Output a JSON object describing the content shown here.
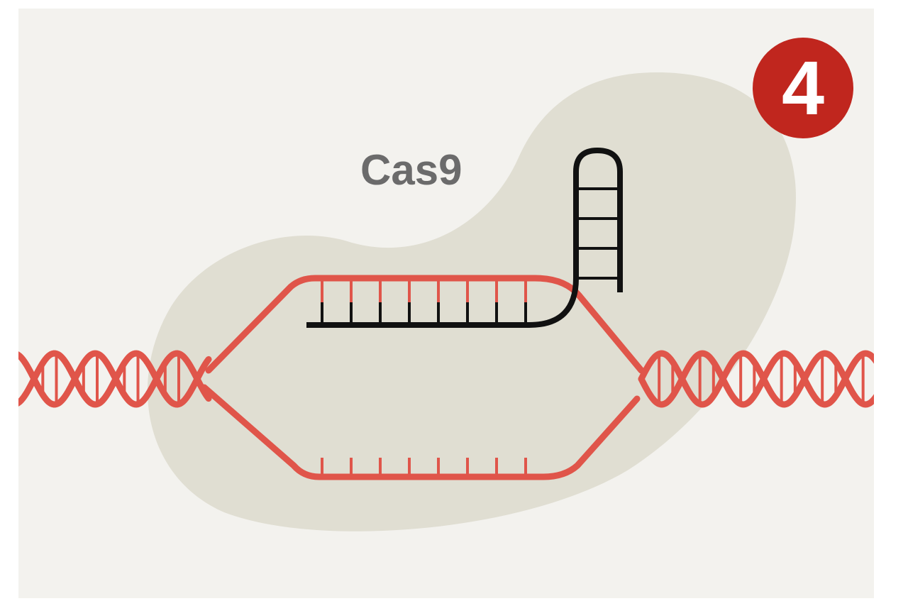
{
  "protein": {
    "label": "Cas9"
  },
  "step": {
    "number": "4"
  },
  "colors": {
    "background": "#f3f2ee",
    "protein_fill": "#e0ded2",
    "label_text": "#6b6b6b",
    "dna_strand": "#e0554a",
    "guide_rna": "#111111",
    "badge_fill": "#c0261e",
    "badge_text": "#ffffff"
  },
  "icons": {
    "protein": "cas9-blob-shape",
    "dna": "double-helix",
    "guide": "guide-rna-hairpin"
  }
}
